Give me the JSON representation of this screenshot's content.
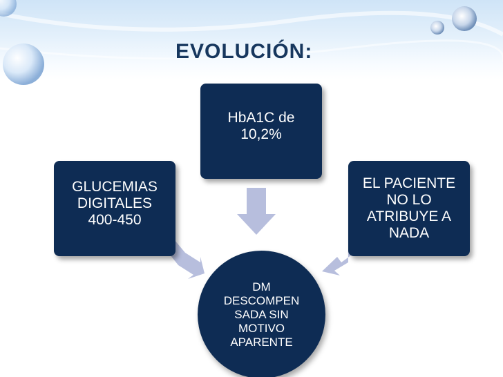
{
  "slide": {
    "title": "EVOLUCIÓN:"
  },
  "diagram": {
    "top_box": {
      "lines": [
        "HbA1C de",
        "10,2%"
      ]
    },
    "left_box": {
      "lines": [
        "GLUCEMIAS",
        "DIGITALES",
        "400-450"
      ]
    },
    "right_box": {
      "lines": [
        "EL PACIENTE",
        "NO LO",
        "ATRIBUYE A",
        "NADA"
      ]
    },
    "center_circle": {
      "lines": [
        "DM",
        "DESCOMPEN",
        "SADA SIN",
        "MOTIVO",
        "APARENTE"
      ]
    },
    "colors": {
      "box_fill": "#0e2c54",
      "arrow_fill": "#b7bedd",
      "title_color": "#17375e"
    }
  }
}
